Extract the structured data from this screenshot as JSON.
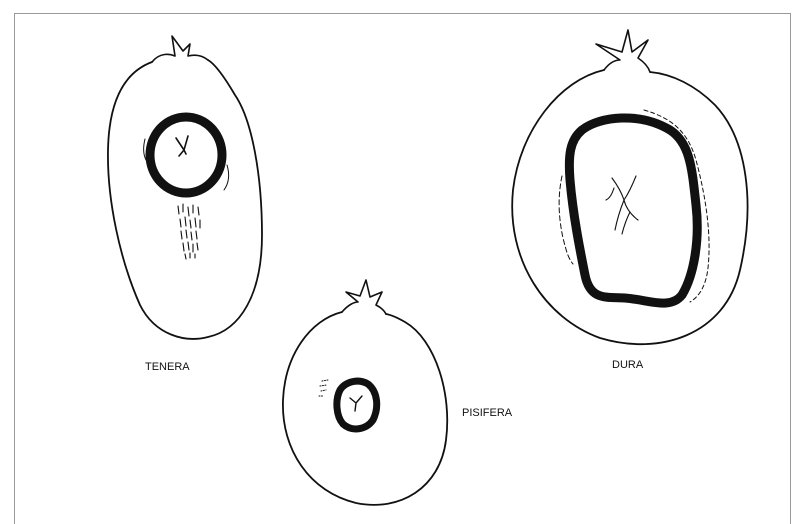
{
  "labels": {
    "tenera": "TENERA",
    "dura": "DURA",
    "pisifera": "PISIFERA"
  },
  "colors": {
    "ink": "#111111",
    "background": "#ffffff",
    "frame": "#9a9a9a"
  }
}
